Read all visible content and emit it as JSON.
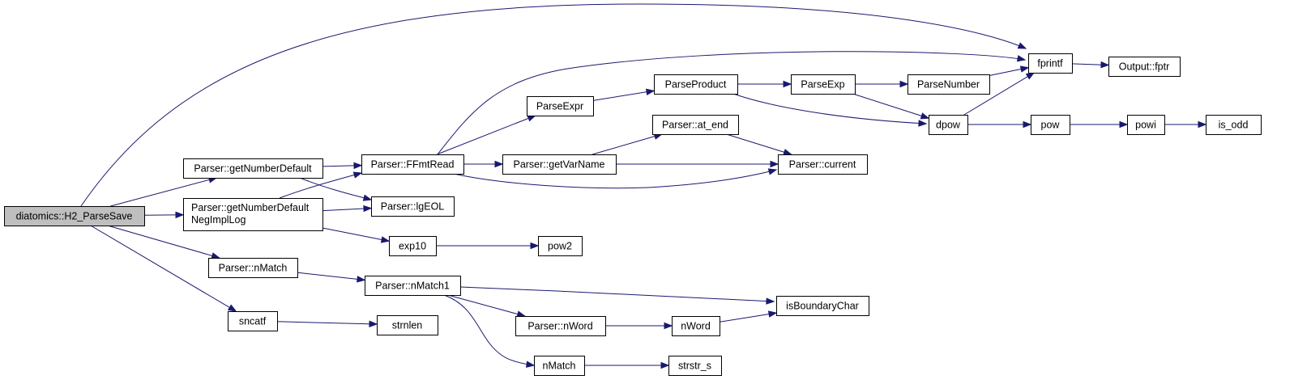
{
  "diagram": {
    "colors": {
      "edge": "#191970",
      "root_fill": "#bfbfbf",
      "node_fill": "#ffffff",
      "node_border": "#000000"
    },
    "nodes": [
      {
        "id": "h2parsesave",
        "lines": [
          "diatomics::H2_ParseSave"
        ],
        "root": true
      },
      {
        "id": "getnumdef",
        "lines": [
          "Parser::getNumberDefault"
        ]
      },
      {
        "id": "getnumdefneg",
        "lines": [
          "Parser::getNumberDefault",
          "NegImplLog"
        ]
      },
      {
        "id": "nmatchp",
        "lines": [
          "Parser::nMatch"
        ]
      },
      {
        "id": "sncatf",
        "lines": [
          "sncatf"
        ]
      },
      {
        "id": "ffmtread",
        "lines": [
          "Parser::FFmtRead"
        ]
      },
      {
        "id": "lgeol",
        "lines": [
          "Parser::lgEOL"
        ]
      },
      {
        "id": "exp10",
        "lines": [
          "exp10"
        ]
      },
      {
        "id": "nmatch1",
        "lines": [
          "Parser::nMatch1"
        ]
      },
      {
        "id": "strnlen",
        "lines": [
          "strnlen"
        ]
      },
      {
        "id": "parseexpr",
        "lines": [
          "ParseExpr"
        ]
      },
      {
        "id": "getvarname",
        "lines": [
          "Parser::getVarName"
        ]
      },
      {
        "id": "pow2",
        "lines": [
          "pow2"
        ]
      },
      {
        "id": "nwordp",
        "lines": [
          "Parser::nWord"
        ]
      },
      {
        "id": "nmatch",
        "lines": [
          "nMatch"
        ]
      },
      {
        "id": "parseproduct",
        "lines": [
          "ParseProduct"
        ]
      },
      {
        "id": "atend",
        "lines": [
          "Parser::at_end"
        ]
      },
      {
        "id": "nword",
        "lines": [
          "nWord"
        ]
      },
      {
        "id": "strstr",
        "lines": [
          "strstr_s"
        ]
      },
      {
        "id": "parseexp",
        "lines": [
          "ParseExp"
        ]
      },
      {
        "id": "current",
        "lines": [
          "Parser::current"
        ]
      },
      {
        "id": "isboundary",
        "lines": [
          "isBoundaryChar"
        ]
      },
      {
        "id": "parsenumber",
        "lines": [
          "ParseNumber"
        ]
      },
      {
        "id": "dpow",
        "lines": [
          "dpow"
        ]
      },
      {
        "id": "fprintf",
        "lines": [
          "fprintf"
        ]
      },
      {
        "id": "pow",
        "lines": [
          "pow"
        ]
      },
      {
        "id": "outputfptr",
        "lines": [
          "Output::fptr"
        ]
      },
      {
        "id": "powi",
        "lines": [
          "powi"
        ]
      },
      {
        "id": "isodd",
        "lines": [
          "is_odd"
        ]
      }
    ],
    "edges": [
      {
        "from": "h2parsesave",
        "to": "fprintf"
      },
      {
        "from": "h2parsesave",
        "to": "getnumdef"
      },
      {
        "from": "h2parsesave",
        "to": "getnumdefneg"
      },
      {
        "from": "h2parsesave",
        "to": "nmatchp"
      },
      {
        "from": "h2parsesave",
        "to": "sncatf"
      },
      {
        "from": "getnumdef",
        "to": "ffmtread"
      },
      {
        "from": "getnumdef",
        "to": "lgeol"
      },
      {
        "from": "getnumdefneg",
        "to": "ffmtread"
      },
      {
        "from": "getnumdefneg",
        "to": "lgeol"
      },
      {
        "from": "getnumdefneg",
        "to": "exp10"
      },
      {
        "from": "ffmtread",
        "to": "fprintf"
      },
      {
        "from": "ffmtread",
        "to": "parseexpr"
      },
      {
        "from": "ffmtread",
        "to": "getvarname"
      },
      {
        "from": "ffmtread",
        "to": "current"
      },
      {
        "from": "parseexpr",
        "to": "parseproduct"
      },
      {
        "from": "parseproduct",
        "to": "parseexp"
      },
      {
        "from": "parseproduct",
        "to": "dpow"
      },
      {
        "from": "parseexp",
        "to": "parsenumber"
      },
      {
        "from": "parseexp",
        "to": "dpow"
      },
      {
        "from": "parsenumber",
        "to": "fprintf"
      },
      {
        "from": "dpow",
        "to": "fprintf"
      },
      {
        "from": "dpow",
        "to": "pow"
      },
      {
        "from": "fprintf",
        "to": "outputfptr"
      },
      {
        "from": "pow",
        "to": "powi"
      },
      {
        "from": "powi",
        "to": "isodd"
      },
      {
        "from": "getvarname",
        "to": "atend"
      },
      {
        "from": "getvarname",
        "to": "current"
      },
      {
        "from": "atend",
        "to": "current"
      },
      {
        "from": "exp10",
        "to": "pow2"
      },
      {
        "from": "nmatchp",
        "to": "nmatch1"
      },
      {
        "from": "nmatch1",
        "to": "isboundary"
      },
      {
        "from": "nmatch1",
        "to": "nwordp"
      },
      {
        "from": "nmatch1",
        "to": "nmatch"
      },
      {
        "from": "nwordp",
        "to": "nword"
      },
      {
        "from": "nword",
        "to": "isboundary"
      },
      {
        "from": "nmatch",
        "to": "strstr"
      },
      {
        "from": "sncatf",
        "to": "strnlen"
      }
    ]
  }
}
